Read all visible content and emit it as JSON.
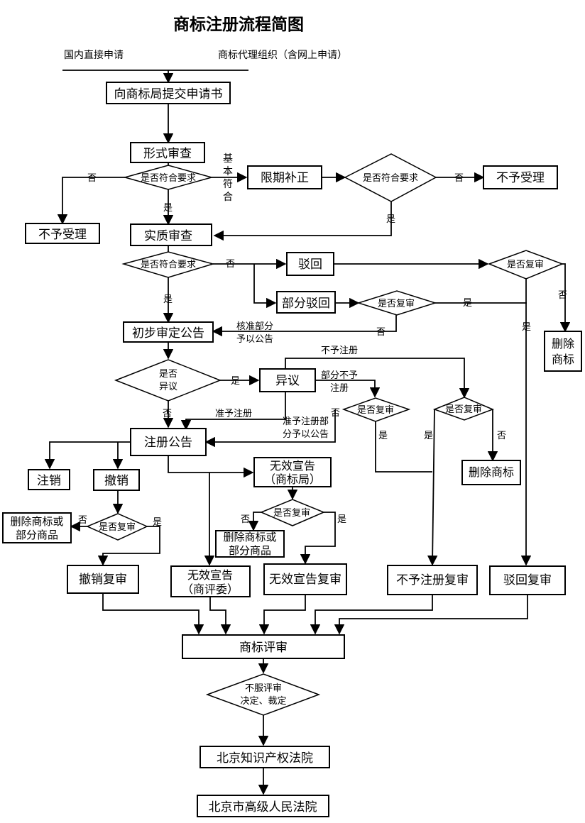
{
  "title": "商标注册流程简图",
  "sources": {
    "direct": "国内直接申请",
    "agency": "商标代理组织（含网上申请）"
  },
  "nodes": {
    "submit": "向商标局提交申请书",
    "formal_review": "形式审查",
    "q_formal": "是否符合要求",
    "deadline_fix": "限期补正",
    "q_fix": "是否符合要求",
    "reject_accept_left": "不予受理",
    "reject_accept_right": "不予受理",
    "substantive_review": "实质审查",
    "q_substantive": "是否符合要求",
    "rejection": "驳回",
    "partial_rejection": "部分驳回",
    "q_partial_review": "是否复审",
    "q_review_top": "是否复审",
    "delete_mark_top": [
      "删除",
      "商标"
    ],
    "prelim_announce": "初步审定公告",
    "q_objection": [
      "是否",
      "异议"
    ],
    "objection": "异议",
    "q_review_obj_mid": "是否复审",
    "q_review_obj_right": "是否复审",
    "delete_mark_right": "删除商标",
    "reg_announce": "注册公告",
    "cancel_note": "注销",
    "revoke": "撤销",
    "q_revoke_review": "是否复审",
    "delete_mark_or_goods_left": [
      "删除商标或",
      "部分商品"
    ],
    "invalid_declare_tmo": [
      "无效宣告",
      "（商标局）"
    ],
    "q_invalid_review": "是否复审",
    "delete_mark_or_goods_mid": [
      "删除商标或",
      "部分商品"
    ],
    "revoke_review": "撤销复审",
    "invalid_declare_board": [
      "无效宣告",
      "（商评委）"
    ],
    "invalid_review": "无效宣告复审",
    "no_reg_review": "不予注册复审",
    "rejection_review": "驳回复审",
    "trademark_review": "商标评审",
    "q_dispute": [
      "不服评审",
      "决定、裁定"
    ],
    "beijing_ip_court": "北京知识产权法院",
    "beijing_high_court": "北京市高级人民法院"
  },
  "edge_labels": {
    "no_1": "否",
    "basic_match": [
      "基",
      "本",
      "符",
      "合"
    ],
    "yes_1": "是",
    "no_2": "否",
    "yes_2": "是",
    "no_3": "否",
    "yes_3": "是",
    "yes_4": "是",
    "no_4": "否",
    "yes_5": "是",
    "no_5": "否",
    "approve_part": [
      "核准部分",
      "予以公告"
    ],
    "no_register": "不予注册",
    "yes_obj": "是",
    "partial_no_register": [
      "部分不予",
      "注册"
    ],
    "no_obj": "否",
    "approve_reg": "准予注册",
    "approve_reg_part": [
      "准予注册部",
      "分予以公告"
    ],
    "no_6": "否",
    "yes_6": "是",
    "yes_7": "是",
    "no_7": "否",
    "no_8": "否",
    "yes_8": "是",
    "no_9": "否",
    "yes_9": "是"
  }
}
